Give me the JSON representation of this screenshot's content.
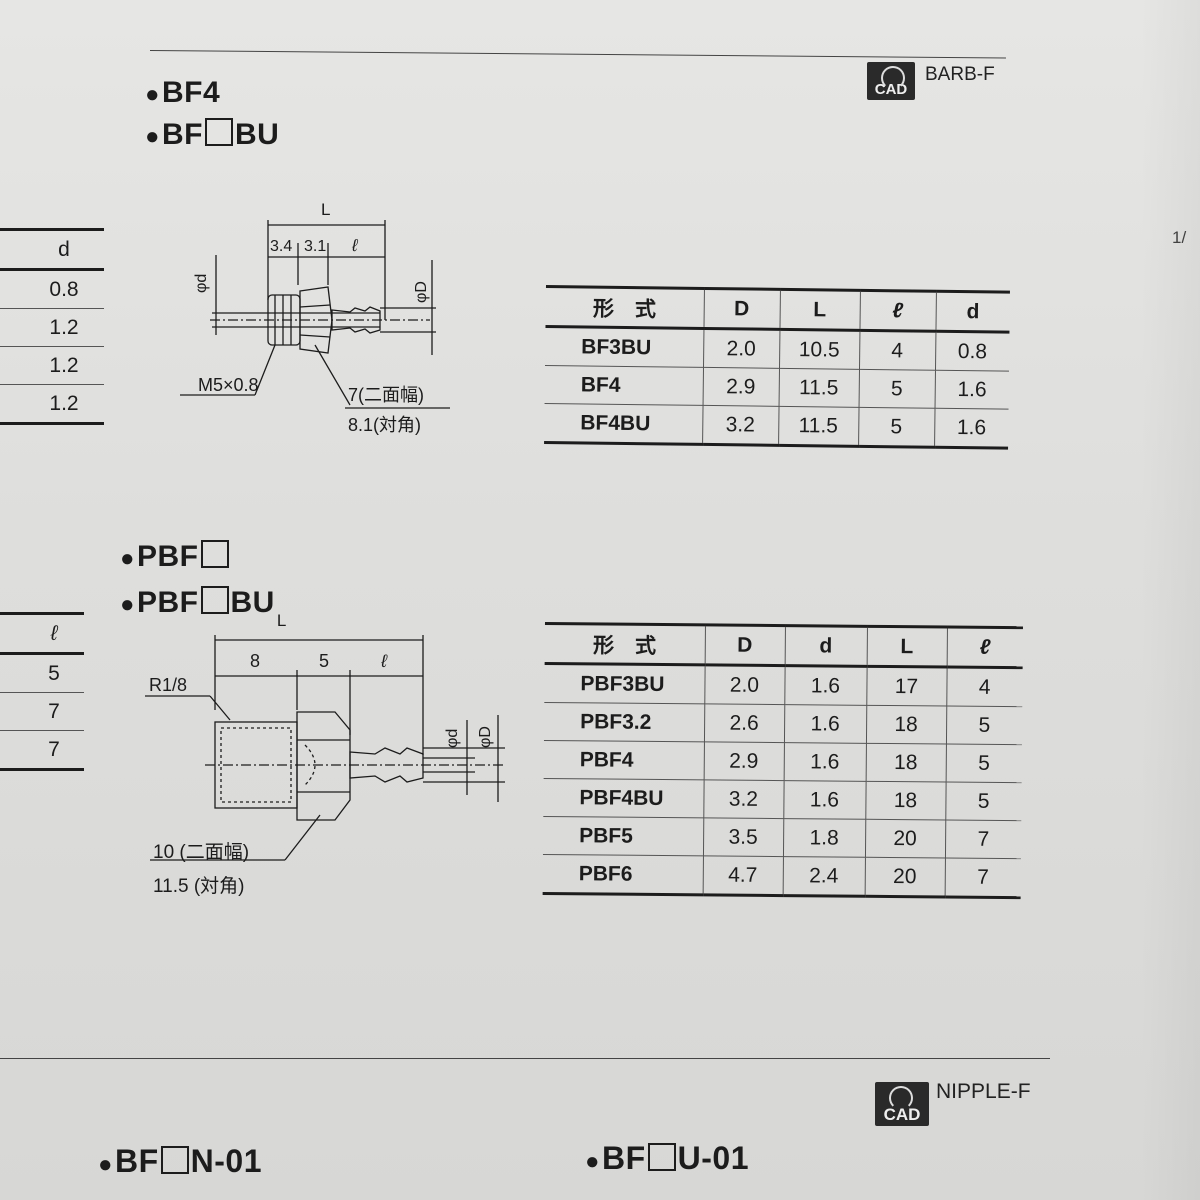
{
  "top_section": {
    "headings": [
      "BF4",
      "BF",
      "BU"
    ],
    "cad_label": "BARB-F",
    "cad_badge": "CAD",
    "margin_mark": "1/",
    "diagram": {
      "dim_L": "L",
      "dim_a": "3.4",
      "dim_b": "3.1",
      "dim_l": "ℓ",
      "dim_d": "φd",
      "dim_D": "φD",
      "thread": "M5×0.8",
      "hex_flat": "7(二面幅)",
      "hex_corner": "8.1(対角)"
    },
    "left_table": {
      "header": "d",
      "values": [
        "0.8",
        "1.2",
        "1.2",
        "1.2"
      ]
    },
    "spec_table": {
      "headers": [
        "形　式",
        "D",
        "L",
        "ℓ",
        "d"
      ],
      "rows": [
        [
          "BF3BU",
          "2.0",
          "10.5",
          "4",
          "0.8"
        ],
        [
          "BF4",
          "2.9",
          "11.5",
          "5",
          "1.6"
        ],
        [
          "BF4BU",
          "3.2",
          "11.5",
          "5",
          "1.6"
        ]
      ]
    }
  },
  "middle_section": {
    "headings": [
      "PBF",
      "PBF",
      "BU",
      "L"
    ],
    "diagram": {
      "thread": "R1/8",
      "dim_8": "8",
      "dim_5": "5",
      "dim_l": "ℓ",
      "dim_d": "φd",
      "dim_D": "φD",
      "hex_flat": "10 (二面幅)",
      "hex_corner": "11.5 (対角)"
    },
    "left_table": {
      "header": "ℓ",
      "values": [
        "5",
        "7",
        "7"
      ]
    },
    "spec_table": {
      "headers": [
        "形　式",
        "D",
        "d",
        "L",
        "ℓ"
      ],
      "rows": [
        [
          "PBF3BU",
          "2.0",
          "1.6",
          "17",
          "4"
        ],
        [
          "PBF3.2",
          "2.6",
          "1.6",
          "18",
          "5"
        ],
        [
          "PBF4",
          "2.9",
          "1.6",
          "18",
          "5"
        ],
        [
          "PBF4BU",
          "3.2",
          "1.6",
          "18",
          "5"
        ],
        [
          "PBF5",
          "3.5",
          "1.8",
          "20",
          "7"
        ],
        [
          "PBF6",
          "4.7",
          "2.4",
          "20",
          "7"
        ]
      ]
    }
  },
  "bottom_section": {
    "cad_label": "NIPPLE-F",
    "cad_badge": "CAD",
    "heading_left": [
      "BF",
      "N-01"
    ],
    "heading_right": [
      "BF",
      "U-01"
    ]
  }
}
